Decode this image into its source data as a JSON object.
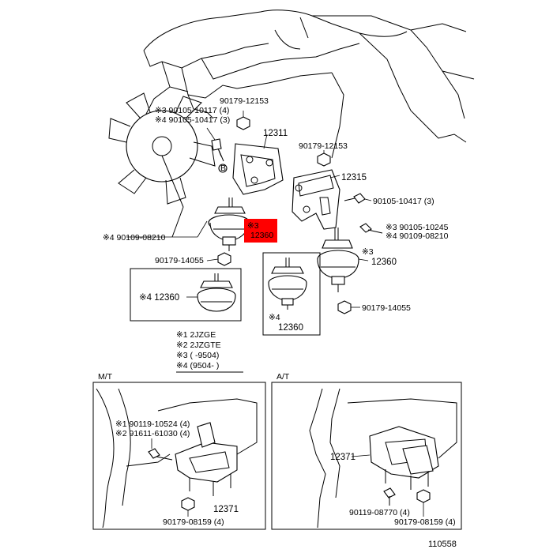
{
  "colors": {
    "highlight": "#ff0000",
    "line": "#000000",
    "background": "#ffffff"
  },
  "labels": {
    "p90179_12153_top": "90179-12153",
    "p90105_10117": "※3 90105-10117 (4)",
    "p90105_10417_left": "※4 90105-10417 (3)",
    "p12311": "12311",
    "p90179_12153_right": "90179-12153",
    "p12315": "12315",
    "p90105_10417_right": "90105-10417 (3)",
    "p90105_10245": "※3 90105-10245",
    "p90109_08210_right": "※4 90109-08210",
    "p90109_08210_left": "※4 90109-08210",
    "hl_mark": "※3",
    "hl_part": "12360",
    "p12360_right_mark": "※3",
    "p12360_right": "12360",
    "p90179_14055_left": "90179-14055",
    "p12360_box_left": "※4 12360",
    "p12360_box_mid_mark": "※4",
    "p12360_box_mid": "12360",
    "p90179_14055_right": "90179-14055"
  },
  "legend": [
    "※1 2JZGE",
    "※2 2JZGTE",
    "※3 (      -9504)",
    "※4 (9504-      )"
  ],
  "mt": {
    "title": "M/T",
    "p90119_10524": "※1 90119-10524 (4)",
    "p91611_61030": "※2 91611-61030 (4)",
    "p12371": "12371",
    "p90179_08159": "90179-08159 (4)"
  },
  "at": {
    "title": "A/T",
    "p12371": "12371",
    "p90119_08770": "90119-08770 (4)",
    "p90179_08159": "90179-08159 (4)"
  },
  "ref_code": "110558"
}
